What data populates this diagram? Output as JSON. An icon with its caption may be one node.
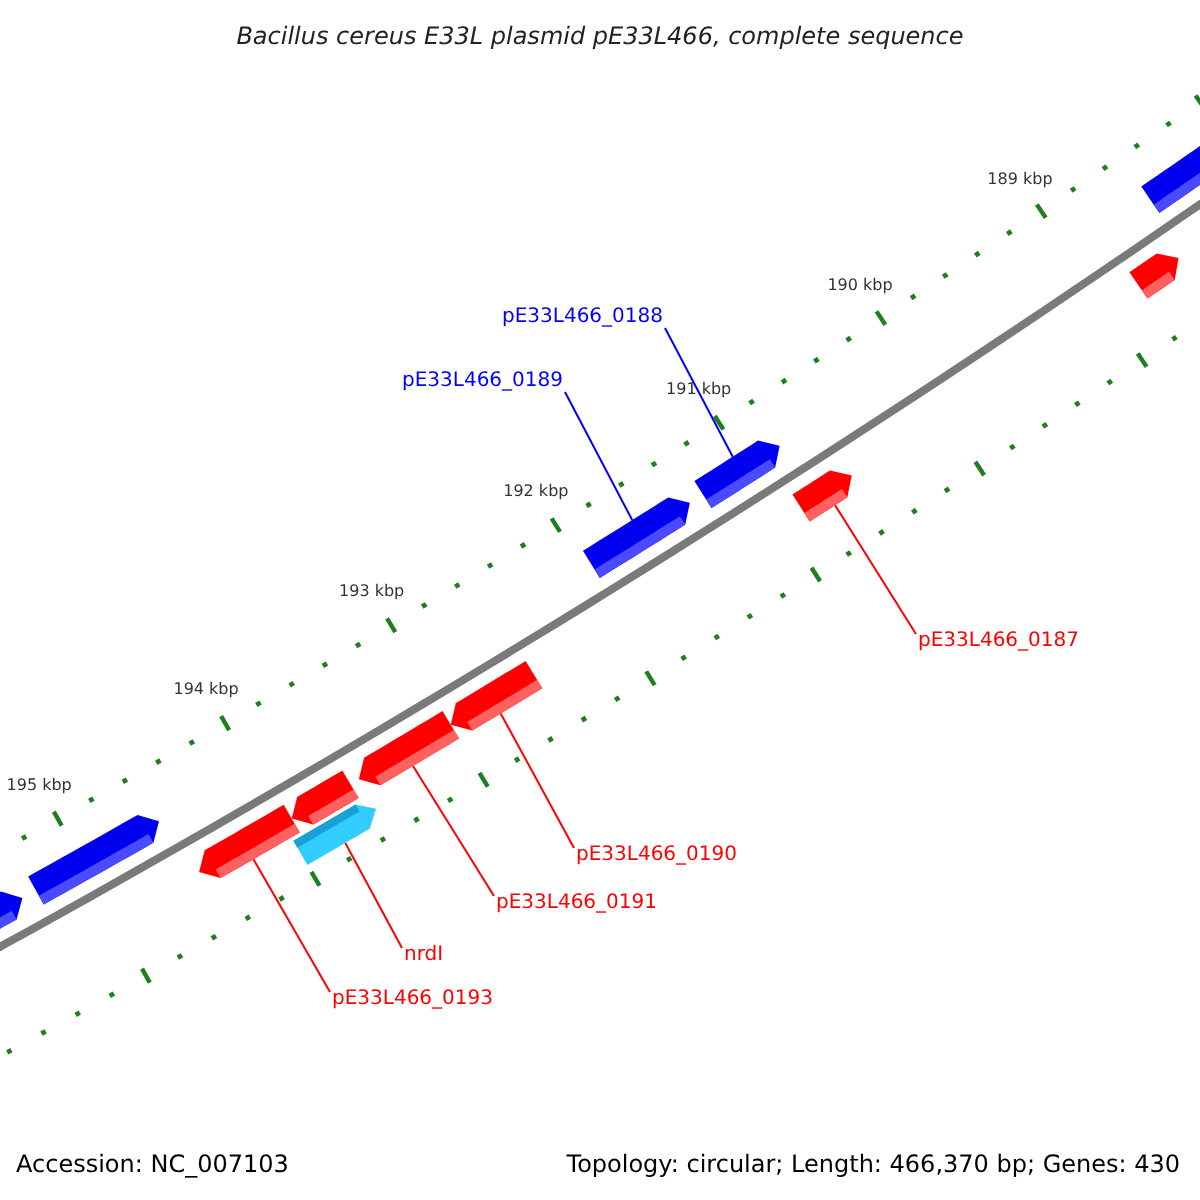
{
  "diagram": {
    "title": "Bacillus cereus E33L plasmid pE33L466, complete sequence",
    "nodes": [
      {
        "text": [],
        "shape": "arrow"
      },
      {
        "text": [],
        "shape": "arrow"
      },
      {
        "text": [
          "pE33L466_0188"
        ]
      },
      {
        "text": [
          "pE33L466_0189"
        ]
      },
      {
        "text": [],
        "shape": "arrow"
      },
      {
        "text": [],
        "shape": "arrow"
      },
      {
        "text": [],
        "shape": "arrow"
      },
      {
        "text": [
          "pE33L466_0187"
        ]
      },
      {
        "text": [],
        "shape": "arrow"
      },
      {
        "text": [],
        "shape": "arrow"
      },
      {
        "text": [],
        "shape": "arrow"
      },
      {
        "text": [],
        "shape": "arrow"
      },
      {
        "text": [],
        "shape": "arrow"
      },
      {
        "text": [],
        "shape": "arrow"
      },
      {
        "text": [
          "pE33L466_0190"
        ]
      },
      {
        "text": [
          "pE33L466_0191"
        ]
      },
      {
        "text": [],
        "shape": "arrow"
      },
      {
        "text": [
          "nrdI"
        ]
      },
      {
        "text": [
          "pE33L466_0193"
        ]
      }
    ],
    "edges": [
      {
        "from": 2,
        "to": 4,
        "arrow": "none",
        "color": "#0000ff"
      },
      {
        "from": 3,
        "to": 6,
        "arrow": "none",
        "color": "#0000ff"
      },
      {
        "from": 7,
        "to": 5,
        "arrow": "none"
      },
      {
        "from": 14,
        "to": 8,
        "arrow": "none"
      },
      {
        "from": 15,
        "to": 9,
        "arrow": "none"
      },
      {
        "from": 17,
        "to": 11,
        "arrow": "none"
      },
      {
        "from": 18,
        "to": 12,
        "arrow": "none"
      }
    ],
    "labels": [
      "189 kbp",
      "190 kbp",
      "191 kbp",
      "192 kbp",
      "193 kbp",
      "194 kbp",
      "195 kbp",
      "Accession: NC_007103",
      "Topology: circular; Length: 466,370 bp; Genes: 430"
    ]
  }
}
